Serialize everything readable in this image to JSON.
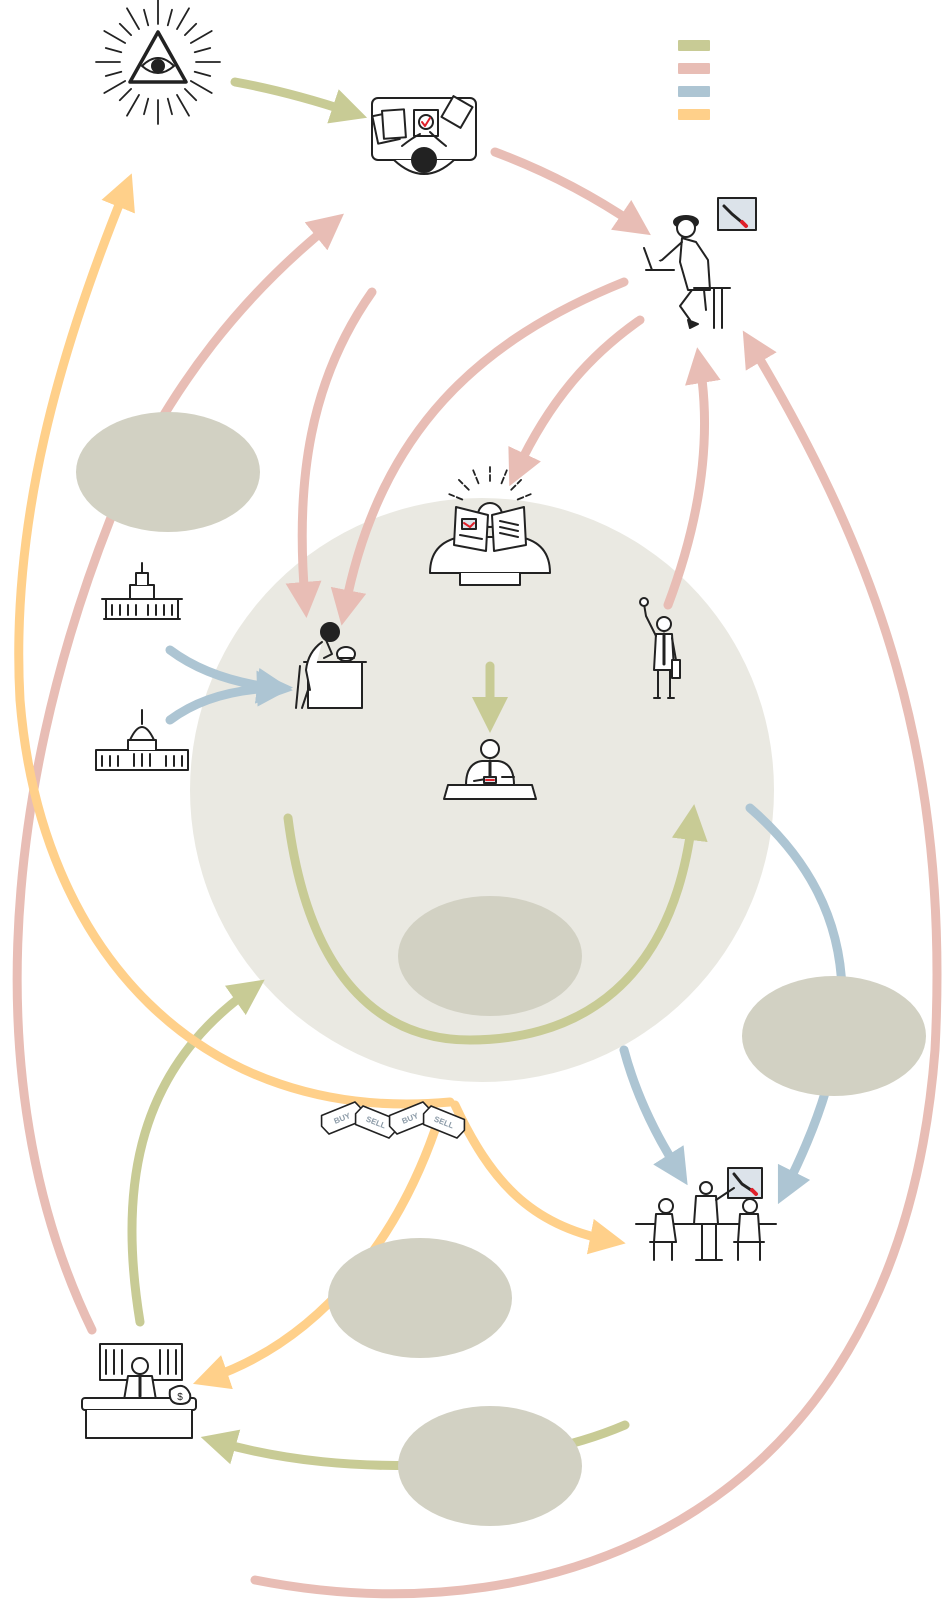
{
  "colors": {
    "green": "#C8CB95",
    "pink": "#E8BDB5",
    "blue": "#ADC5D3",
    "orange": "#FFD08A",
    "circle_bg": "#EAE9E2",
    "blob": "#D2D1C3",
    "ink": "#222222",
    "chart_bg": "#DCE3EA",
    "chart_red": "#E0202A"
  },
  "legend": {
    "swatches": [
      "green",
      "pink",
      "blue",
      "orange"
    ]
  },
  "icons": [
    "all-seeing-eye-icon",
    "desk-reviewer-icon",
    "trader-laptop-icon",
    "panicked-newspaper-reader-icon",
    "stressed-desk-worker-icon",
    "shouting-businessman-icon",
    "signing-executive-icon",
    "state-building-icon",
    "capitol-building-icon",
    "buy-sell-tickets-icon",
    "boardroom-meeting-icon",
    "banker-money-bag-icon"
  ],
  "ticket_labels": [
    "BUY",
    "SELL",
    "BUY",
    "SELL"
  ]
}
